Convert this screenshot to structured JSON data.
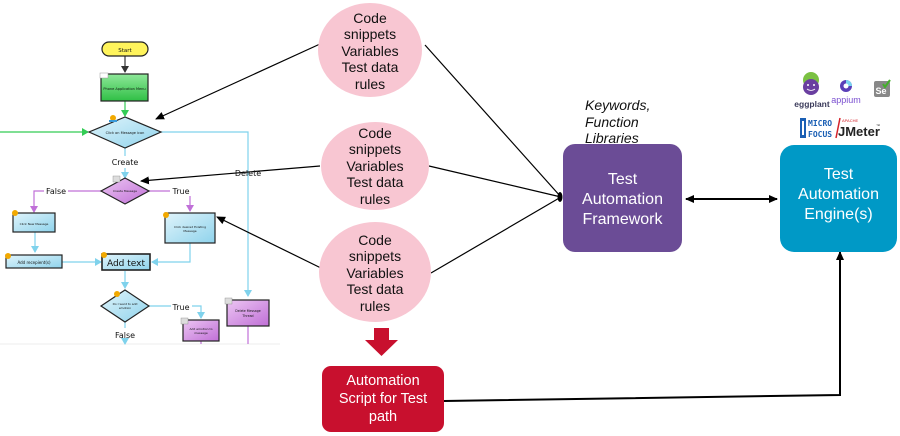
{
  "flowchart": {
    "start": "Start",
    "phone_app_menu": "Phone Application Menu",
    "click_message_icon": "Click on Message icon",
    "create_label": "Create",
    "delete_label": "Delete",
    "create_message": "Create Message",
    "false_label_1": "False",
    "true_label_1": "True",
    "click_new_message": "Click New Message",
    "click_existing_message": "Click desired Existing Message",
    "add_recipients": "Add recepient(s)",
    "add_text": "Add text",
    "add_emotion_question": "Do I want to add emotion",
    "true_label_2": "True",
    "false_label_2": "False",
    "add_emotion_to_message": "Add emotion to message",
    "delete_message_thread": "Delete Message Thread"
  },
  "inputs": [
    {
      "lines": [
        "Code",
        "snippets",
        "Variables",
        "Test data",
        "rules"
      ]
    },
    {
      "lines": [
        "Code",
        "snippets",
        "Variables",
        "Test data",
        "rules"
      ]
    },
    {
      "lines": [
        "Code",
        "snippets",
        "Variables",
        "Test data",
        "rules"
      ]
    }
  ],
  "script_box": {
    "lines": [
      "Automation",
      "Script for Test",
      "path"
    ]
  },
  "keywords_label": {
    "lines": [
      "Keywords,",
      "Function",
      "Libraries"
    ]
  },
  "framework_box": {
    "lines": [
      "Test",
      "Automation",
      "Framework"
    ]
  },
  "engine_box": {
    "lines": [
      "Test",
      "Automation",
      "Engine(s)"
    ]
  },
  "tool_logos": {
    "eggplant": "eggplant",
    "appium": "appium",
    "selenium": "Se",
    "microfocus_top": "MICRO",
    "microfocus_bottom": "FOCUS",
    "jmeter_apache": "APACHE",
    "jmeter": "JMeter",
    "jmeter_tm": "™"
  },
  "colors": {
    "ellipse_fill": "#f8c6d2",
    "script_fill": "#c8102e",
    "down_arrow": "#c8102e",
    "framework_fill": "#6b4c96",
    "engine_fill": "#0099c6",
    "fc_blue_fill": "#b8e4f2",
    "fc_purple_fill": "#d48ee0",
    "fc_green_fill": "#4fd060",
    "fc_yellow_fill": "#fff45c",
    "fc_blue_line": "#7fd2ec",
    "fc_purple_line": "#c070d8",
    "fc_green_line": "#33cc55"
  }
}
